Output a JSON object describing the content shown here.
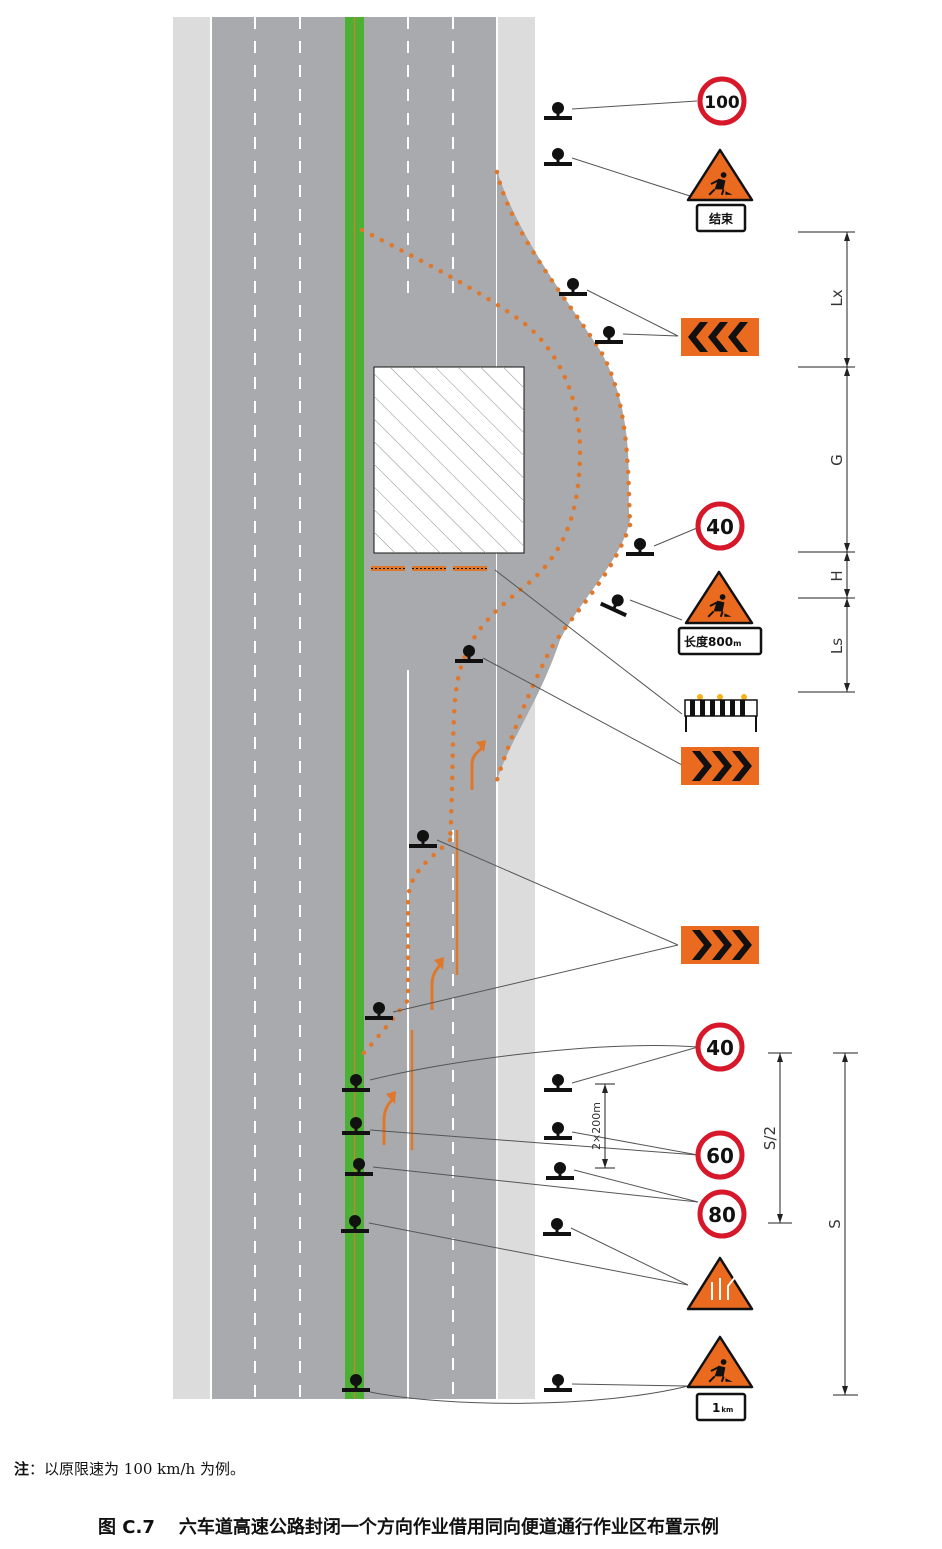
{
  "speed_signs": {
    "s100": "100",
    "s40_top": "40",
    "s40_bottom": "40",
    "s60": "60",
    "s80": "80"
  },
  "plates": {
    "end": "结束",
    "length": "长度800",
    "length_unit": "m",
    "distance": "1",
    "distance_unit": "km"
  },
  "dimensions": {
    "lx": "Lx",
    "g": "G",
    "h": "H",
    "ls": "Ls",
    "s_half": "S/2",
    "s": "S",
    "spacing": "2×200m"
  },
  "note": {
    "label": "注",
    "text": "：以原限速为 100 km/h 为例。"
  },
  "caption": {
    "number": "图 C.7",
    "title": "六车道高速公路封闭一个方向作业借用同向便道通行作业区布置示例"
  },
  "colors": {
    "road": "#a9aaad",
    "shoulder": "#dcdcdd",
    "median": "#4cb035",
    "cone": "#e0782b",
    "sign_red": "#d7182a",
    "warning_orange": "#ea6a1f"
  }
}
